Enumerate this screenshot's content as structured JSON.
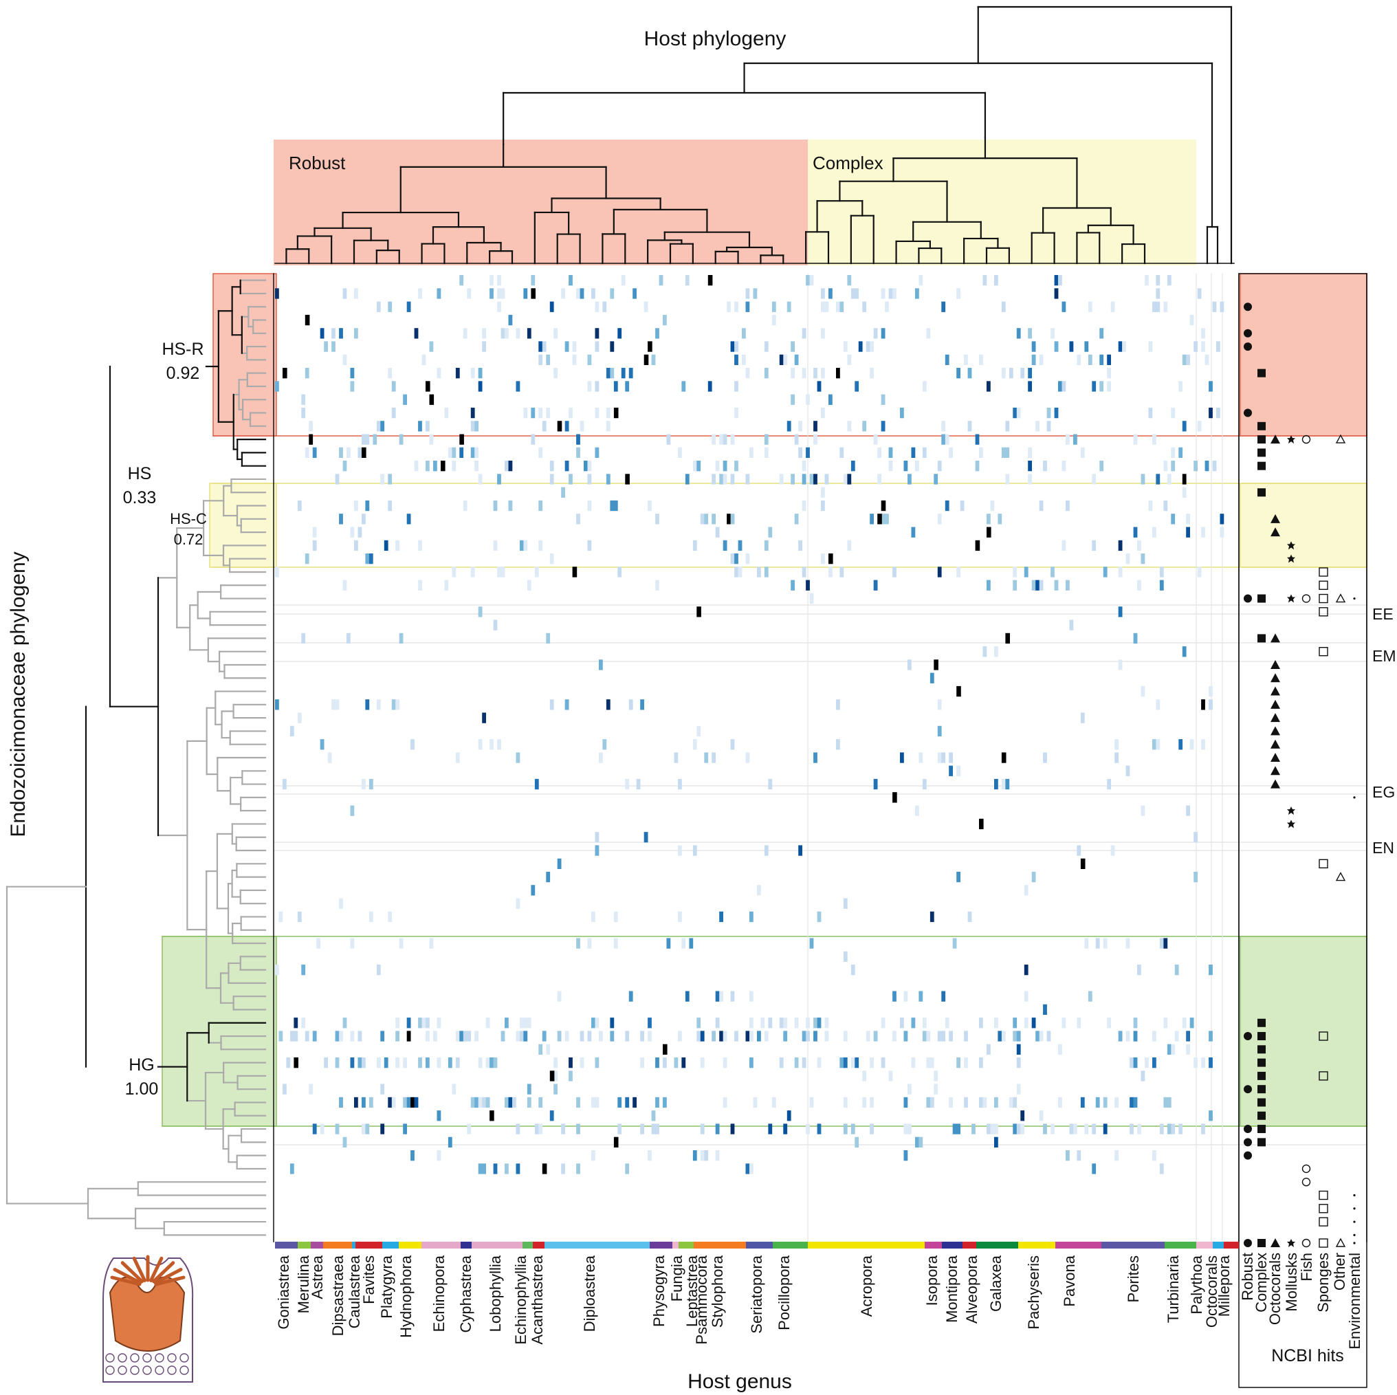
{
  "chart_data": {
    "type": "heatmap",
    "title": "Host phylogeny",
    "xlabel": "Host genus",
    "ylabel": "Endozoicimonaceae phylogeny",
    "host_groups": [
      {
        "label": "Robust",
        "color": "#f9c3b5"
      },
      {
        "label": "Complex",
        "color": "#fbf9d2"
      }
    ],
    "symbiont_clades": [
      {
        "label": "HS-R",
        "support": "0.92",
        "color": "#f9c3b5"
      },
      {
        "label": "HS",
        "support": "0.33"
      },
      {
        "label": "HS-C",
        "support": "0.72",
        "color": "#fbf9d2"
      },
      {
        "label": "HG",
        "support": "1.00",
        "color": "#d6eac3"
      }
    ],
    "side_labels": [
      "EE",
      "EM",
      "EG",
      "EN"
    ],
    "host_genera": [
      "Goniastrea",
      "Merulina",
      "Astrea",
      "Dipsastraea",
      "Caulastrea",
      "Favites",
      "Platygyra",
      "Hydnophora",
      "Echinopora",
      "Cyphastrea",
      "Lobophyllia",
      "Echinophyllia",
      "Acanthastrea",
      "Diploastrea",
      "Physogyra",
      "Fungia",
      "Leptastrea",
      "Psammocora",
      "Stylophora",
      "Seriatopora",
      "Pocillopora",
      "Acropora",
      "Isopora",
      "Montipora",
      "Alveopora",
      "Galaxea",
      "Pachyseris",
      "Pavona",
      "Porites",
      "Turbinaria",
      "Palythoa",
      "Octocorals",
      "Millepora"
    ],
    "ncbi_columns": [
      "Robust",
      "Complex",
      "Octocorals",
      "Mollusks",
      "Fish",
      "Sponges",
      "Other",
      "Environmental"
    ],
    "ncbi_panel_label": "NCBI hits",
    "color_scale": {
      "low": "#ffffff",
      "mid": "#3182bd",
      "high": "#08306b",
      "max": "#000000"
    },
    "n_symbiont_rows": 73,
    "n_host_columns": 252
  }
}
